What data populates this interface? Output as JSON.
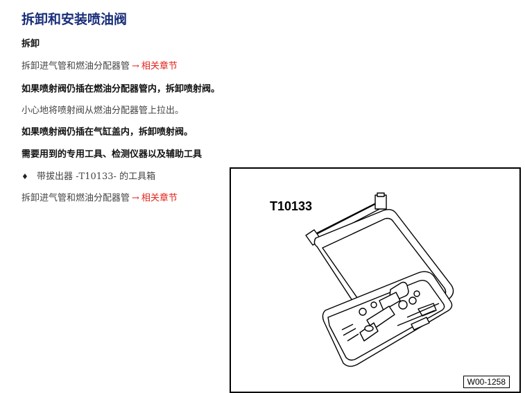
{
  "title": "拆卸和安装喷油阀",
  "section_heading": "拆卸",
  "lines": {
    "remove_pipe_1": "拆卸进气管和燃油分配器管",
    "link_1": "相关章节",
    "if_in_rail": "如果喷射阀仍插在燃油分配器管内，拆卸喷射阀。",
    "pull_out": "小心地将喷射阀从燃油分配器管上拉出。",
    "if_in_head": "如果喷射阀仍插在气缸盖内，拆卸喷射阀。",
    "tools_heading": "需要用到的专用工具、检测仪器以及辅助工具",
    "bullet_tool": "带拔出器 -T10133- 的工具箱",
    "remove_pipe_2": "拆卸进气管和燃油分配器管",
    "link_2": "相关章节"
  },
  "arrow_glyph": "→",
  "bullet_glyph": "♦",
  "figure": {
    "tool_code": "T10133",
    "figure_id": "W00-1258"
  },
  "colors": {
    "title": "#1a2f7a",
    "link": "#e2231a"
  }
}
